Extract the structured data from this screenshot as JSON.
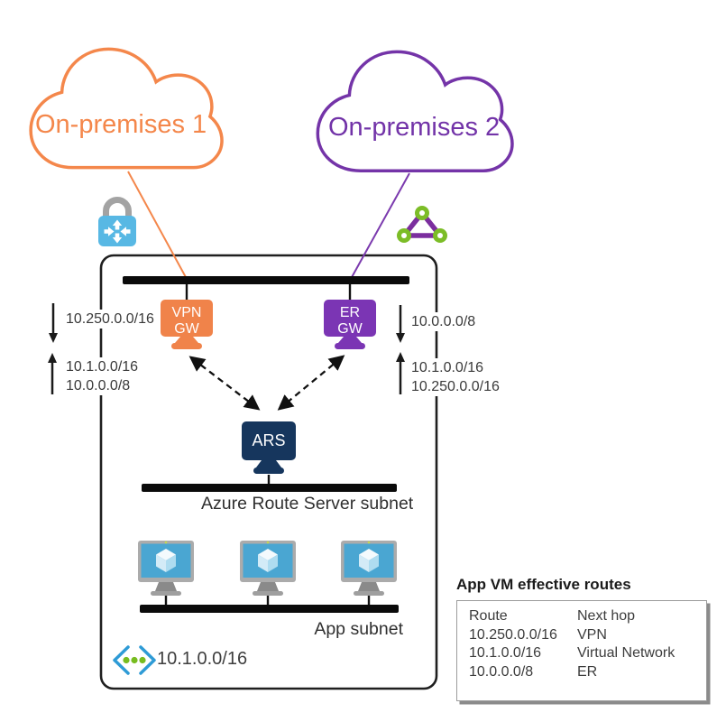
{
  "clouds": {
    "cloud1": {
      "label": "On-premises 1",
      "color": "#F4874B"
    },
    "cloud2": {
      "label": "On-premises 2",
      "color": "#7233A8"
    }
  },
  "gateways": {
    "vpn": {
      "line1": "VPN",
      "line2": "GW",
      "color": "#F0834A"
    },
    "er": {
      "line1": "ER",
      "line2": "GW",
      "color": "#7B35B4"
    },
    "ars": {
      "label": "ARS",
      "color": "#16365D"
    }
  },
  "routes": {
    "left": {
      "down": [
        "10.250.0.0/16"
      ],
      "up": [
        "10.1.0.0/16",
        "10.0.0.0/8"
      ]
    },
    "right": {
      "down": [
        "10.0.0.0/8"
      ],
      "up": [
        "10.1.0.0/16",
        "10.250.0.0/16"
      ]
    }
  },
  "subnets": {
    "route_server": "Azure Route Server subnet",
    "app": "App subnet"
  },
  "vnet": {
    "cidr": "10.1.0.0/16"
  },
  "table": {
    "title": "App VM effective routes",
    "columns": [
      "Route",
      "Next hop"
    ],
    "rows": [
      [
        "10.250.0.0/16",
        "VPN"
      ],
      [
        "10.1.0.0/16",
        "Virtual Network"
      ],
      [
        "10.0.0.0/8",
        "ER"
      ]
    ]
  },
  "colors": {
    "vm_screen": "#4AA6D2",
    "green": "#77BC1F",
    "lock_blue": "#58B8E4",
    "vnet_blue": "#2E9BD6",
    "bar_black": "#0A0A0A"
  }
}
